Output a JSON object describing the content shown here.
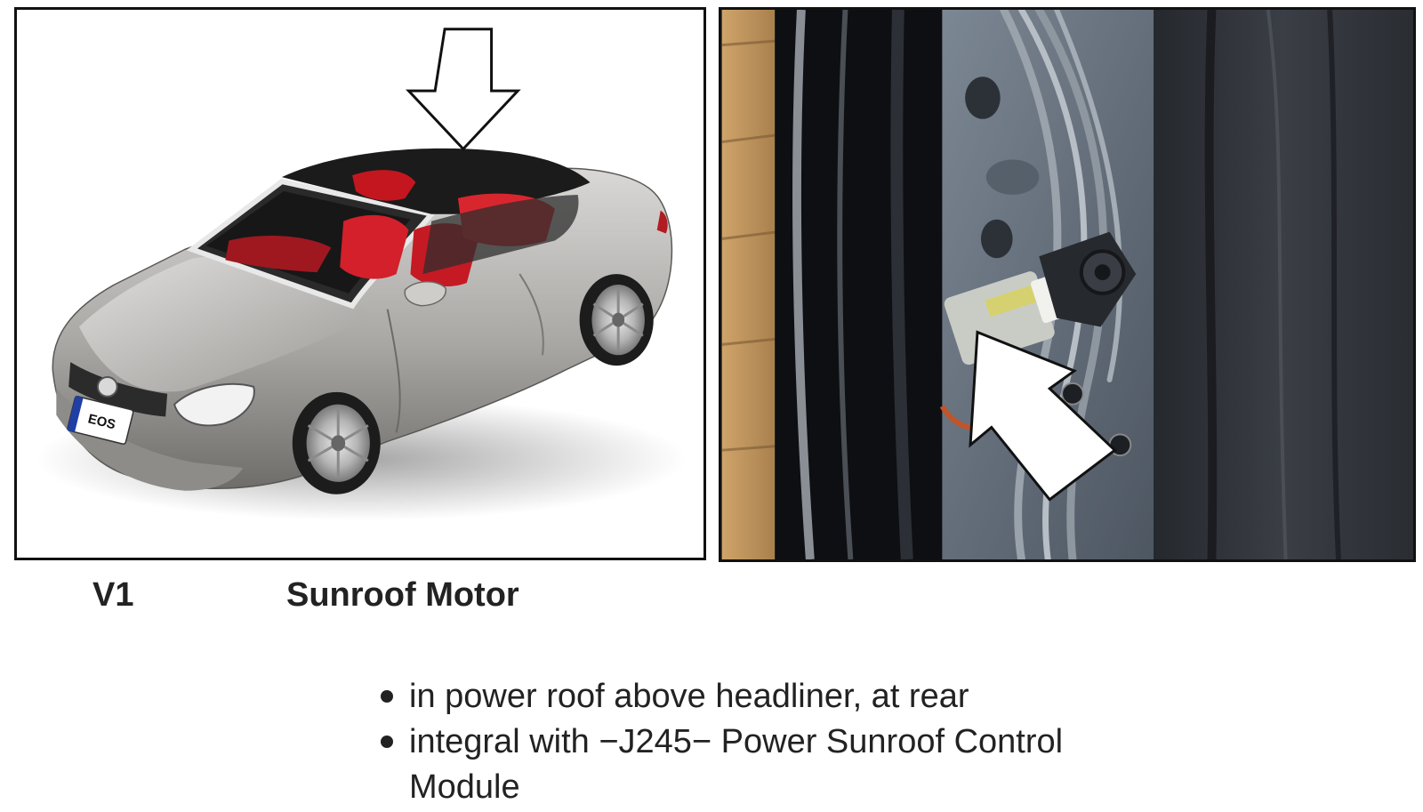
{
  "caption": {
    "code": "V1",
    "title": "Sunroof Motor"
  },
  "left_image": {
    "plate_text": "EOS",
    "icon": "down-arrow-icon"
  },
  "right_image": {
    "icon": "pointer-arrow-icon"
  },
  "bullets": [
    "in power roof above headliner, at rear",
    "integral with −J245− Power Sunroof Control Module"
  ],
  "colors": {
    "car_body": "#a9a7a4",
    "interior": "#d3202a",
    "roof_glass": "#1b1b1b",
    "border": "#111111"
  }
}
